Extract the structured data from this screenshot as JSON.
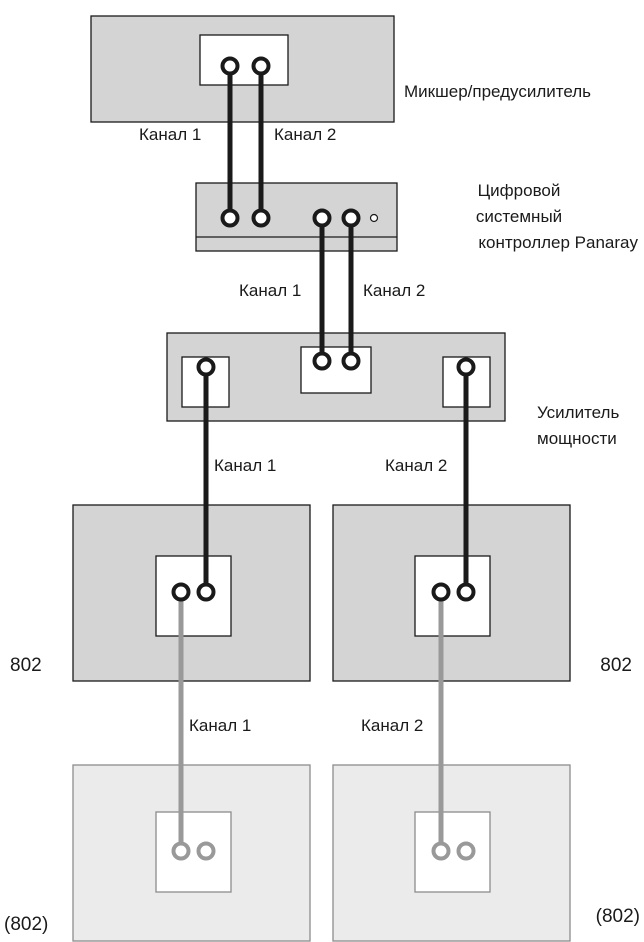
{
  "labels": {
    "mixer": "Микшер/предусилитель",
    "controller_line1": "Цифровой",
    "controller_line2": "системный",
    "controller_line3": "контроллер Panaray",
    "amplifier_line1": "Усилитель",
    "amplifier_line2": "мощности",
    "channel1": "Канал 1",
    "channel2": "Канал 2",
    "speaker": "802",
    "speaker_optional": "(802)"
  },
  "colors": {
    "device_gray": "#d4d4d4",
    "device_light": "#ebebeb",
    "outline": "#1a1a1a",
    "outline_light": "#8c8c8c",
    "cable_dark": "#1a1a1a",
    "cable_light": "#999999",
    "panel": "#ffffff"
  }
}
